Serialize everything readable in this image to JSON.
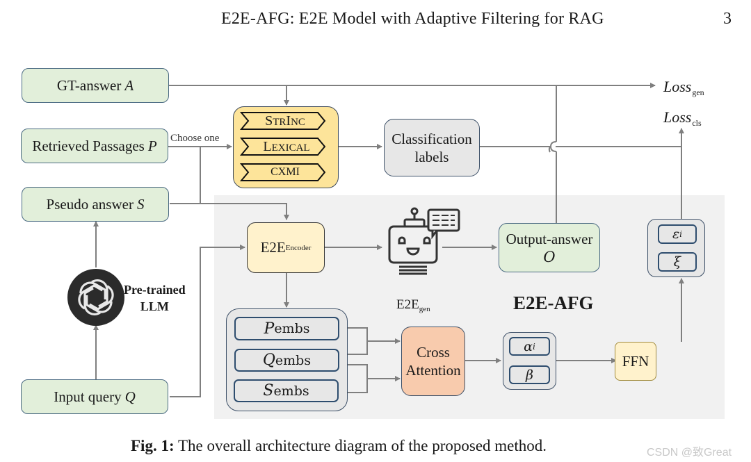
{
  "header": {
    "running_title": "E2E-AFG: E2E Model with Adaptive Filtering for RAG",
    "page_number": "3"
  },
  "inputs": {
    "gt_answer": {
      "label": "GT-answer",
      "symbol": "A"
    },
    "retrieved_passages": {
      "label": "Retrieved Passages",
      "symbol": "P"
    },
    "pseudo_answer": {
      "label": "Pseudo answer",
      "symbol": "S"
    },
    "input_query": {
      "label": "Input query",
      "symbol": "Q"
    }
  },
  "choose_one": "Choose one",
  "metrics": {
    "items": [
      "STRINC",
      "LEXICAL",
      "CXMI"
    ],
    "display": [
      {
        "big": "S",
        "small": "TR",
        "big2": "I",
        "small2": "NC"
      },
      {
        "big": "L",
        "small": "EXICAL",
        "big2": "",
        "small2": ""
      },
      {
        "big": "",
        "small": "CXMI",
        "big2": "",
        "small2": ""
      }
    ]
  },
  "classification": {
    "line1": "Classification",
    "line2": "labels"
  },
  "llm": {
    "line1": "Pre-trained",
    "line2": "LLM",
    "icon": "openai-logo-icon"
  },
  "encoder": {
    "base": "E2E",
    "sub": "Encoder"
  },
  "generator": {
    "base": "E2E",
    "sub": "gen",
    "icon": "robot-chat-icon"
  },
  "output_answer": {
    "line1": "Output-answer",
    "symbol": "O"
  },
  "embeddings": [
    {
      "symbol": "P",
      "sub": "embs"
    },
    {
      "symbol": "Q",
      "sub": "embs"
    },
    {
      "symbol": "S",
      "sub": "embs"
    }
  ],
  "cross_attention": {
    "line1": "Cross",
    "line2": "Attention"
  },
  "alpha_beta": [
    "α",
    "β"
  ],
  "alpha_sub": "i",
  "epsilon_xi": [
    "ε",
    "ξ"
  ],
  "epsilon_sub": "i",
  "ffn": "FFN",
  "afg_title": "E2E-AFG",
  "losses": {
    "gen": {
      "base": "Loss",
      "sub": "gen"
    },
    "cls": {
      "base": "Loss",
      "sub": "cls"
    }
  },
  "caption": {
    "label": "Fig. 1:",
    "text": " The overall architecture diagram of the proposed method."
  },
  "watermark": "CSDN @致Great",
  "colors": {
    "input_green": "#e2efda",
    "metric_yellow": "#fde49a",
    "encoder_yellow": "#fff2cc",
    "cross_attention_orange": "#f8cbad",
    "gray_box": "#e7e7e7",
    "panel_gray": "#f1f1f1",
    "arrow_gray": "#7f7f7f"
  }
}
